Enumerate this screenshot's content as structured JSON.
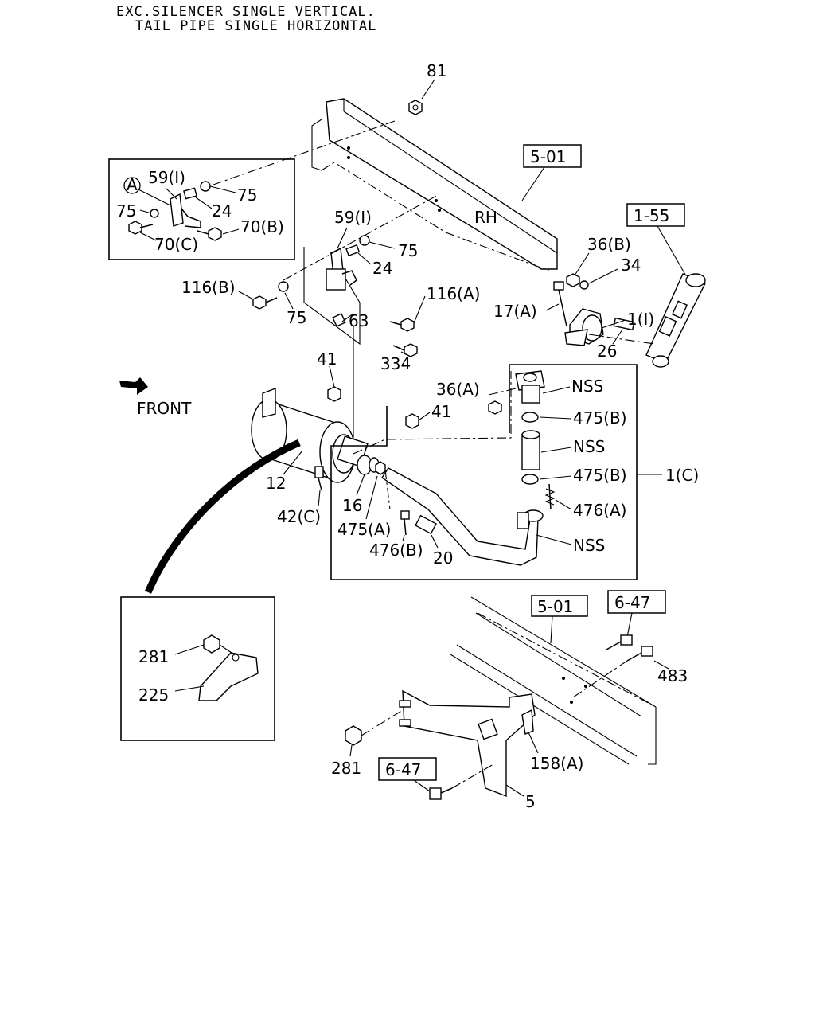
{
  "header": {
    "line1": "EXC.SILENCER SINGLE VERTICAL.",
    "line2": "TAIL PIPE SINGLE HORIZONTAL"
  },
  "ref_boxes": {
    "frame_top": "5-01",
    "manifold": "1-55",
    "frame_bottom": "5-01",
    "bracket_right": "6-47",
    "bracket_left": "6-47"
  },
  "detail_circle": "A",
  "front_label": "FRONT",
  "rh_label": "RH",
  "labels": {
    "p81": "81",
    "p59_detail": "59(I)",
    "p75_detail_r": "75",
    "p24_detail": "24",
    "p75_detail_l": "75",
    "p70b": "70(B)",
    "p70c": "70(C)",
    "p59": "59(I)",
    "p75_a": "75",
    "p24": "24",
    "p116b": "116(B)",
    "p116a": "116(A)",
    "p75_b": "75",
    "p63": "63",
    "p334": "334",
    "p36b": "36(B)",
    "p34": "34",
    "p17a": "17(A)",
    "p1i": "1(I)",
    "p26": "26",
    "p41_a": "41",
    "p41_b": "41",
    "p36a": "36(A)",
    "nss1": "NSS",
    "p475b_1": "475(B)",
    "nss2": "NSS",
    "p475b_2": "475(B)",
    "p1c": "1(C)",
    "p476a": "476(A)",
    "nss3": "NSS",
    "p12": "12",
    "p16": "16",
    "p42c": "42(C)",
    "p475a": "475(A)",
    "p476b": "476(B)",
    "p20": "20",
    "p281_detail": "281",
    "p225": "225",
    "p483": "483",
    "p158a": "158(A)",
    "p281": "281",
    "p5": "5"
  }
}
